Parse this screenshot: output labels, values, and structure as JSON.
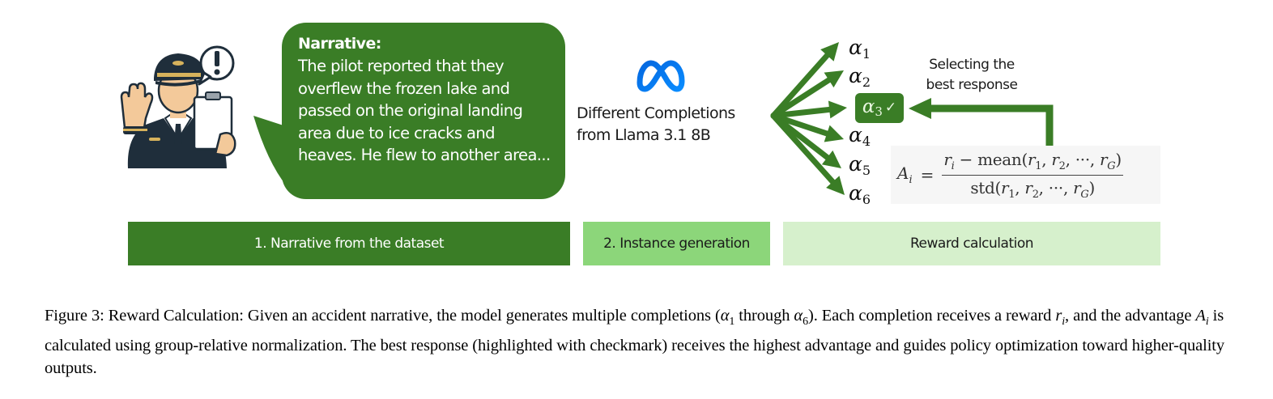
{
  "colors": {
    "dark_green": "#3a7d26",
    "medium_green": "#8cd67a",
    "light_green": "#d6f0cc",
    "meta_blue": "#0a7cff",
    "pilot_navy": "#1f2e3b",
    "skin": "#f3c99a"
  },
  "figure": {
    "pilot_icon": "pilot-with-clipboard-icon",
    "exclamation_icon": "exclamation-speech-bubble-icon",
    "narrative": {
      "title": "Narrative:",
      "text": "The pilot reported that they overflew the frozen lake and passed on the original landing area due to ice cracks and heaves. He flew to another area..."
    },
    "model": {
      "logo": "meta-logo-icon",
      "label_line1": "Different Completions",
      "label_line2": "from Llama 3.1 8B"
    },
    "completions": [
      {
        "symbol": "α",
        "index": "1",
        "selected": false
      },
      {
        "symbol": "α",
        "index": "2",
        "selected": false
      },
      {
        "symbol": "α",
        "index": "3",
        "selected": true,
        "mark": "✓"
      },
      {
        "symbol": "α",
        "index": "4",
        "selected": false
      },
      {
        "symbol": "α",
        "index": "5",
        "selected": false
      },
      {
        "symbol": "α",
        "index": "6",
        "selected": false
      }
    ],
    "selection": {
      "label_line1": "Selecting the",
      "label_line2": "best response"
    },
    "formula": {
      "lhs": "A",
      "lhs_sub": "i",
      "equals": "=",
      "numerator": "r_i − mean(r_1, r_2, ···, r_G)",
      "denominator": "std(r_1, r_2, ···, r_G)"
    },
    "stages": [
      {
        "label": "1. Narrative from the dataset"
      },
      {
        "label": "2. Instance generation"
      },
      {
        "label": "Reward calculation"
      }
    ]
  },
  "caption": {
    "part1": "Figure 3: Reward Calculation: Given an accident narrative, the model generates multiple completions (",
    "alpha_first": "α",
    "alpha_first_sub": "1",
    "part2": " through ",
    "alpha_last": "α",
    "alpha_last_sub": "6",
    "part3": "). Each completion receives a reward ",
    "r": "r",
    "r_sub": "i",
    "part4": ", and the advantage ",
    "A": "A",
    "A_sub": "i",
    "part5": " is calculated using group-relative normalization. The best response (highlighted with checkmark) receives the highest advantage and guides policy optimization toward higher-quality outputs."
  }
}
